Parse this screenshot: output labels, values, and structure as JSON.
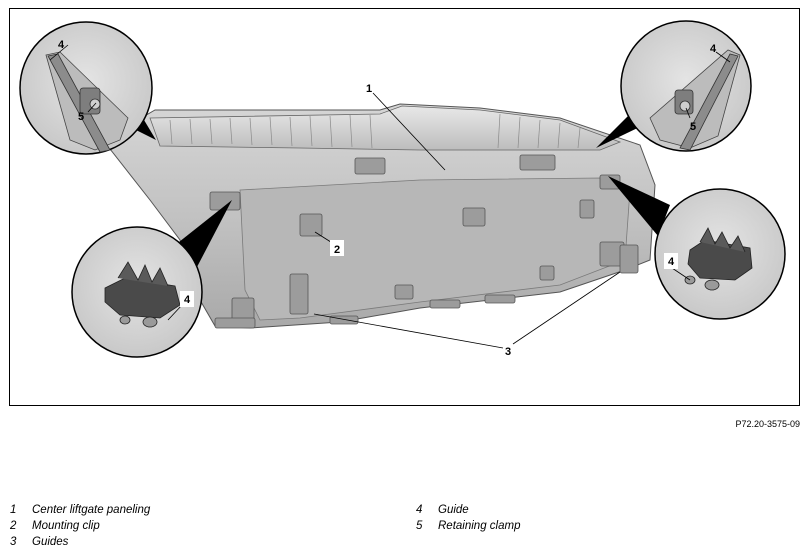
{
  "figure": {
    "code": "P72.20-3575-09",
    "callouts": {
      "main_panel": "1",
      "clip_2": "2",
      "guides_3": "3",
      "left_inset_top": "4",
      "left_inset_bottom": "5",
      "right_inset_top": "4",
      "right_inset_bottom": "5",
      "left_lower_inset": "4",
      "right_lower_inset": "4"
    }
  },
  "legend": {
    "left": [
      {
        "num": "1",
        "text": "Center liftgate paneling"
      },
      {
        "num": "2",
        "text": "Mounting clip"
      },
      {
        "num": "3",
        "text": "Guides"
      }
    ],
    "right": [
      {
        "num": "4",
        "text": "Guide"
      },
      {
        "num": "5",
        "text": "Retaining clamp"
      }
    ]
  }
}
